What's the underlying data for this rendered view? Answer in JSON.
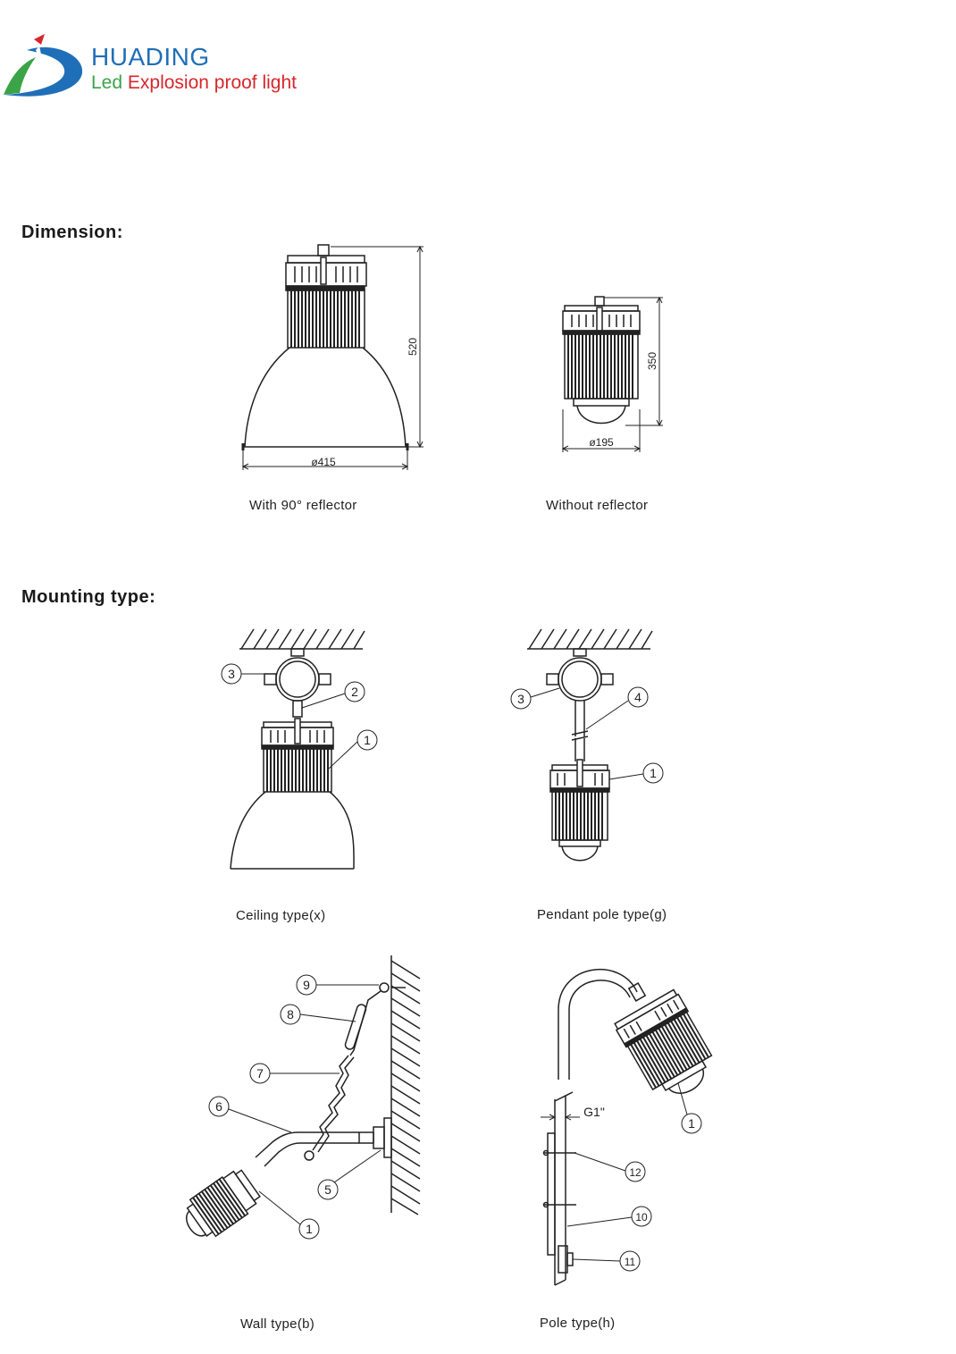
{
  "brand": {
    "name": "HUADING",
    "tagline_led": "Led",
    "tagline_rest": "Explosion proof light",
    "colors": {
      "name": "#1f6fb8",
      "led": "#3aa447",
      "rest": "#d8262b"
    }
  },
  "dimension": {
    "title": "Dimension:",
    "with_reflector": {
      "caption": "With 90° reflector",
      "height": "520",
      "diameter": "ø415"
    },
    "without_reflector": {
      "caption": "Without reflector",
      "height": "350",
      "diameter": "ø195"
    }
  },
  "mounting": {
    "title": "Mounting type:",
    "ceiling": {
      "caption": "Ceiling type(x)",
      "labels": [
        "1",
        "2",
        "3"
      ]
    },
    "pendant": {
      "caption": "Pendant pole type(g)",
      "labels": [
        "1",
        "3",
        "4"
      ]
    },
    "wall": {
      "caption": "Wall type(b)",
      "labels": [
        "1",
        "5",
        "6",
        "7",
        "8",
        "9"
      ]
    },
    "pole": {
      "caption": "Pole type(h)",
      "labels": [
        "1",
        "10",
        "11",
        "12"
      ],
      "thread": "G1\""
    }
  }
}
